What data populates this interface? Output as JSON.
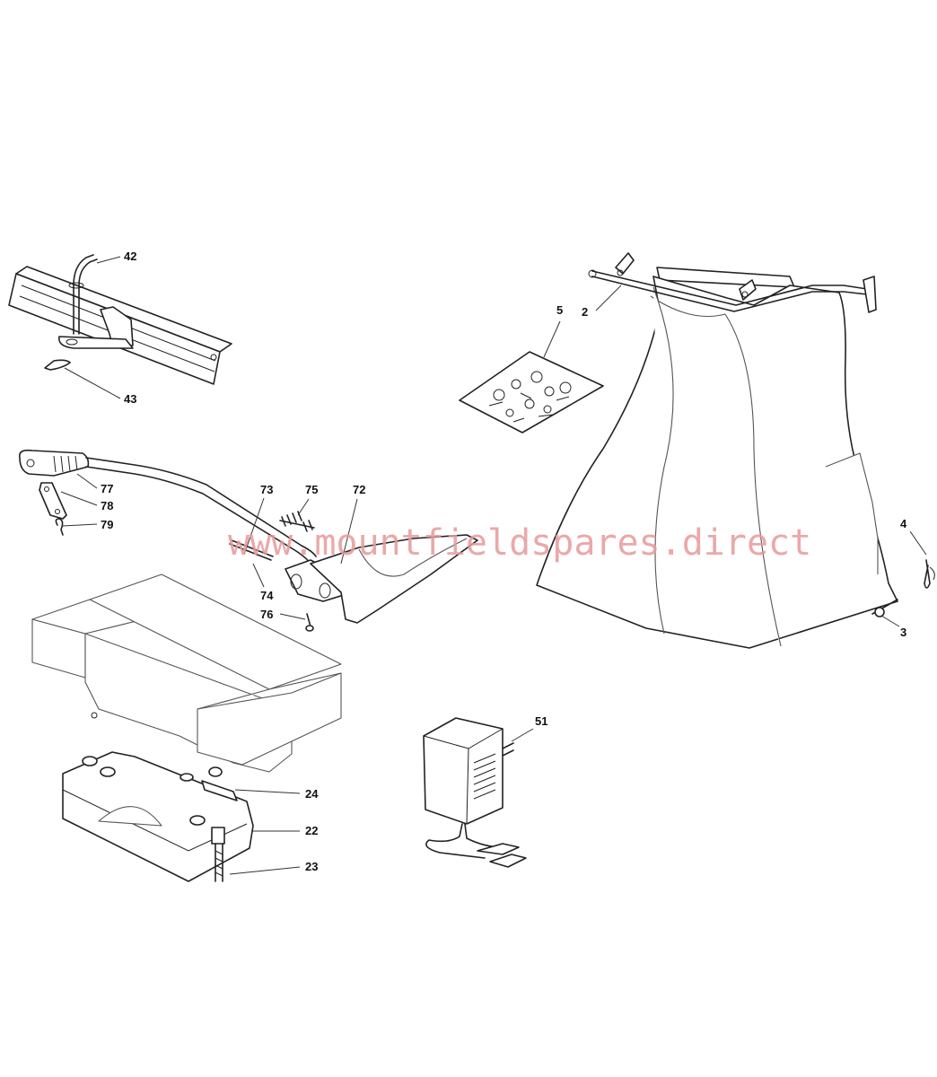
{
  "watermark": "www.mountfieldspares.direct",
  "labels": {
    "l42": "42",
    "l43": "43",
    "l5": "5",
    "l2": "2",
    "l77": "77",
    "l78": "78",
    "l79": "79",
    "l73": "73",
    "l75": "75",
    "l72": "72",
    "l74": "74",
    "l76": "76",
    "l4": "4",
    "l3": "3",
    "l51": "51",
    "l24": "24",
    "l22": "22",
    "l23": "23"
  },
  "colors": {
    "line": "#222222",
    "watermark": "#e89a9a"
  }
}
